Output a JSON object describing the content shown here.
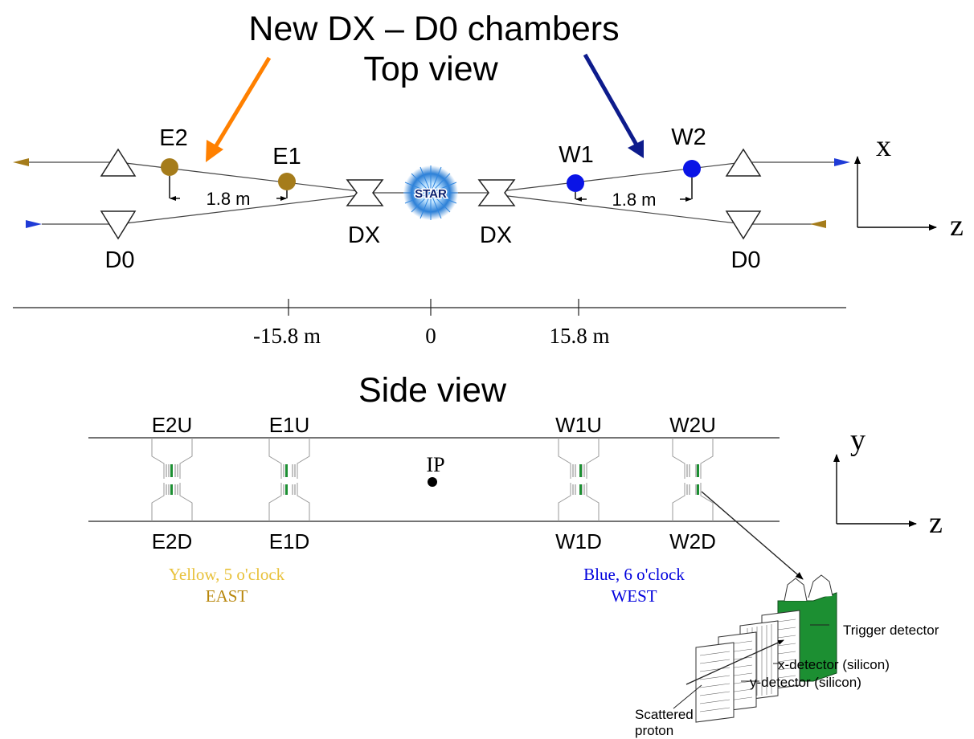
{
  "headline": "New DX – D0 chambers",
  "top_view": {
    "title": "Top view",
    "pots": {
      "E2": "E2",
      "E1": "E1",
      "W1": "W1",
      "W2": "W2"
    },
    "magnets": {
      "dx_left": "DX",
      "dx_right": "DX",
      "d0_left": "D0",
      "d0_right": "D0"
    },
    "distances": {
      "east": "1.8 m",
      "west": "1.8 m"
    },
    "center_label": "STAR",
    "axes": {
      "x": "x",
      "z": "z"
    },
    "scale_ticks": [
      "-15.8 m",
      "0",
      "15.8 m"
    ]
  },
  "side_view": {
    "title": "Side view",
    "upper_labels": [
      "E2U",
      "E1U",
      "W1U",
      "W2U"
    ],
    "lower_labels": [
      "E2D",
      "E1D",
      "W1D",
      "W2D"
    ],
    "ip_label": "IP",
    "axes": {
      "y": "y",
      "z": "z"
    },
    "east": {
      "line1": "Yellow, 5 o'clock",
      "line2": "EAST"
    },
    "west": {
      "line1": "Blue, 6 o'clock",
      "line2": "WEST"
    }
  },
  "detector": {
    "trigger": "Trigger detector",
    "x_detector": "x-detector (silicon)",
    "y_detector": "y-detector (silicon)",
    "proton_line1": "Scattered",
    "proton_line2": "proton"
  },
  "colors": {
    "east_pot": "#a57c1b",
    "west_pot": "#0a14e6",
    "orange_arrow": "#ff8000",
    "navy_arrow": "#0d1b8c",
    "yellow_text": "#e8c13a",
    "brown_text": "#b8860b",
    "blue_text": "#0000dd",
    "trigger_green": "#1c8f32"
  }
}
